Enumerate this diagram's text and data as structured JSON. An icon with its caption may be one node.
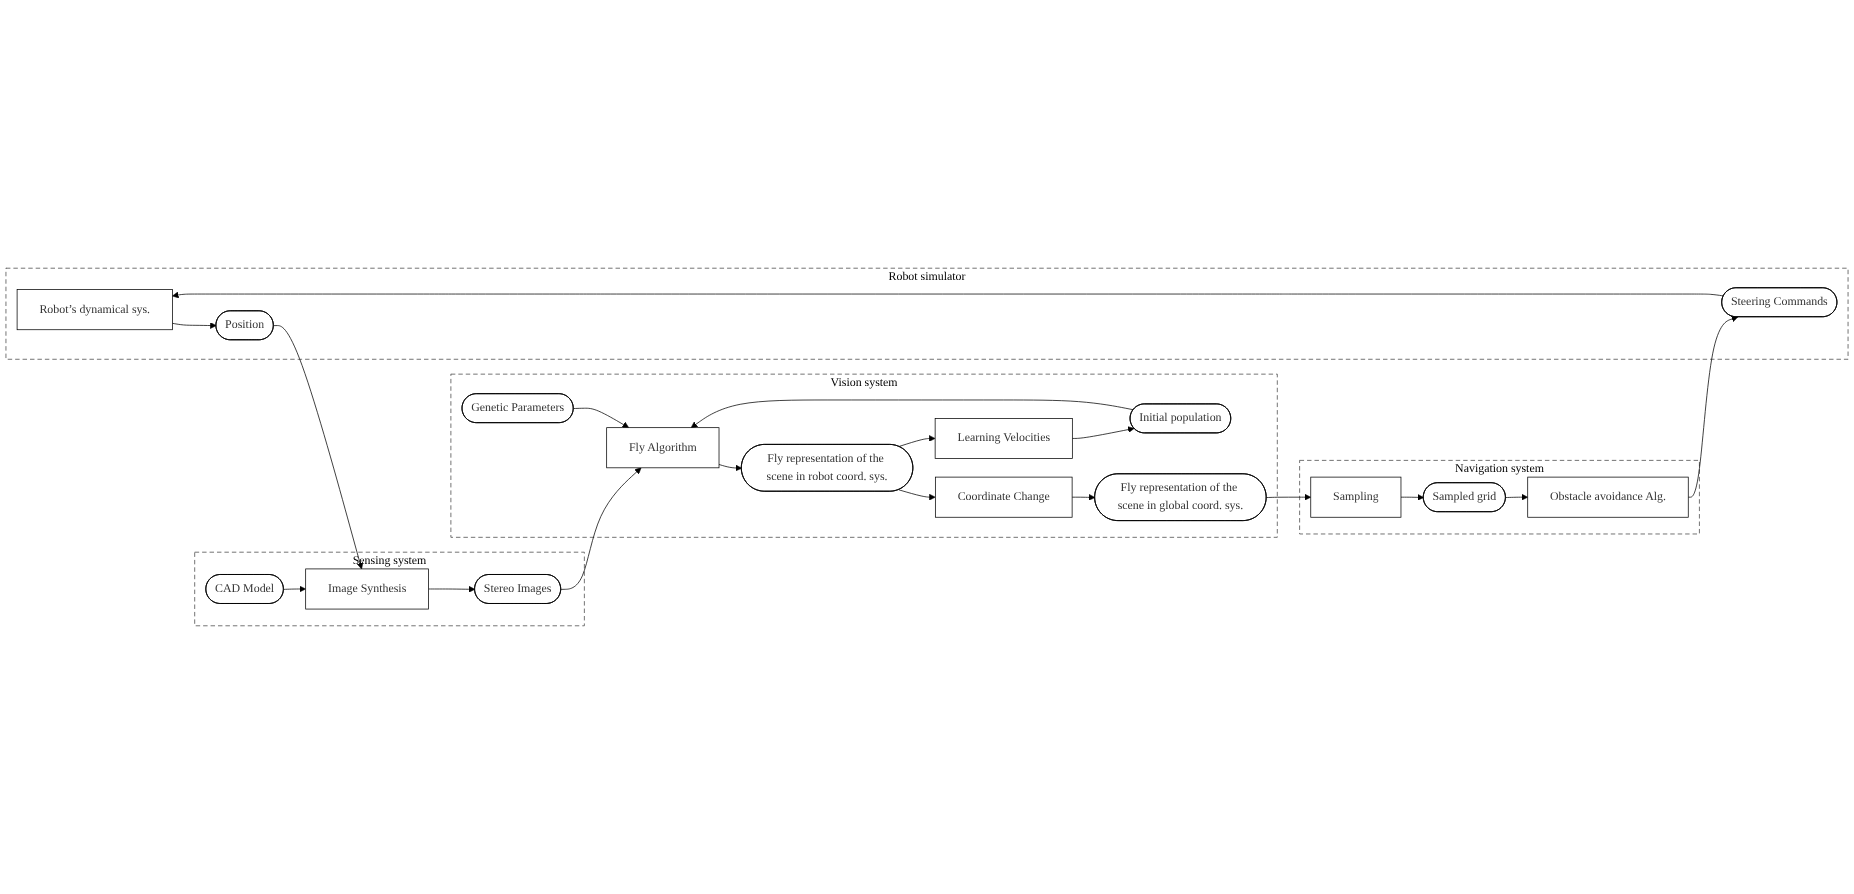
{
  "diagram": {
    "nodes": [
      {
        "text": [
          "Robot simulator"
        ]
      },
      {
        "text": [
          "Robot’s dynamical sys."
        ],
        "in": 0
      },
      {
        "text": [
          "Position"
        ],
        "in": 0
      },
      {
        "text": [
          "Steering Commands"
        ],
        "in": 0
      },
      {
        "text": [
          "Sensing system"
        ]
      },
      {
        "text": [
          "Image Synthesis"
        ],
        "in": 4
      },
      {
        "text": [
          "Stereo Images"
        ],
        "in": 4
      },
      {
        "text": [
          "CAD Model"
        ],
        "in": 4
      },
      {
        "text": [
          "Vision system"
        ]
      },
      {
        "text": [
          "Genetic Parameters"
        ],
        "in": 8
      },
      {
        "text": [
          "Fly Algorithm"
        ],
        "in": 8
      },
      {
        "text": [
          "Initial population"
        ],
        "in": 8
      },
      {
        "text": [
          "Fly representation of the scene in robot coord. sys."
        ],
        "in": 8
      },
      {
        "text": [
          "Learning Velocities"
        ],
        "in": 8
      },
      {
        "text": [
          "Coordinate Change"
        ],
        "in": 8
      },
      {
        "text": [
          "Fly representation of the scene in global coord. sys."
        ],
        "in": 8
      },
      {
        "text": [
          "Navigation system"
        ]
      },
      {
        "text": [
          "Sampling"
        ],
        "in": 16
      },
      {
        "text": [
          "Sampled grid"
        ],
        "in": 16
      },
      {
        "text": [
          "Obstacle avoidance Alg."
        ],
        "in": 16
      }
    ],
    "edges": [
      {
        "from": 3,
        "to": 1,
        "arrow": "to"
      },
      {
        "from": 1,
        "to": 2,
        "arrow": "to"
      },
      {
        "from": 2,
        "to": 5,
        "arrow": "to"
      },
      {
        "from": 7,
        "to": 5,
        "arrow": "to"
      },
      {
        "from": 5,
        "to": 6,
        "arrow": "to"
      },
      {
        "from": 6,
        "to": 10,
        "arrow": "to"
      },
      {
        "from": 9,
        "to": 10,
        "arrow": "to"
      },
      {
        "from": 11,
        "to": 10,
        "arrow": "to"
      },
      {
        "from": 10,
        "to": 12,
        "arrow": "to"
      },
      {
        "from": 12,
        "to": 13,
        "arrow": "to"
      },
      {
        "from": 13,
        "to": 11,
        "arrow": "to"
      },
      {
        "from": 12,
        "to": 14,
        "arrow": "to"
      },
      {
        "from": 14,
        "to": 15,
        "arrow": "to"
      },
      {
        "from": 15,
        "to": 17,
        "arrow": "to"
      },
      {
        "from": 17,
        "to": 18,
        "arrow": "to"
      },
      {
        "from": 18,
        "to": 19,
        "arrow": "to"
      },
      {
        "from": 19,
        "to": 3,
        "arrow": "to"
      }
    ]
  }
}
